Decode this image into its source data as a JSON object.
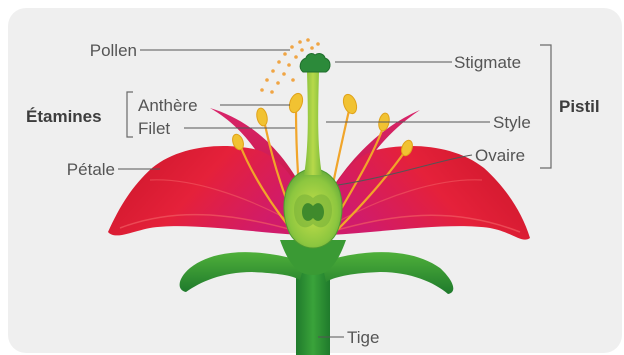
{
  "labels": {
    "pollen": "Pollen",
    "etamines": "Étamines",
    "anthere": "Anthère",
    "filet": "Filet",
    "petale": "Pétale",
    "stigmate": "Stigmate",
    "pistil": "Pistil",
    "style": "Style",
    "ovaire": "Ovaire",
    "tige": "Tige"
  },
  "colors": {
    "background": "#efefef",
    "petal_red": "#d81f2a",
    "petal_pink": "#d8246a",
    "green_dark": "#2e8a2e",
    "green_light": "#a9cf3a",
    "stamen": "#f1a52a",
    "anther": "#f1c232"
  }
}
